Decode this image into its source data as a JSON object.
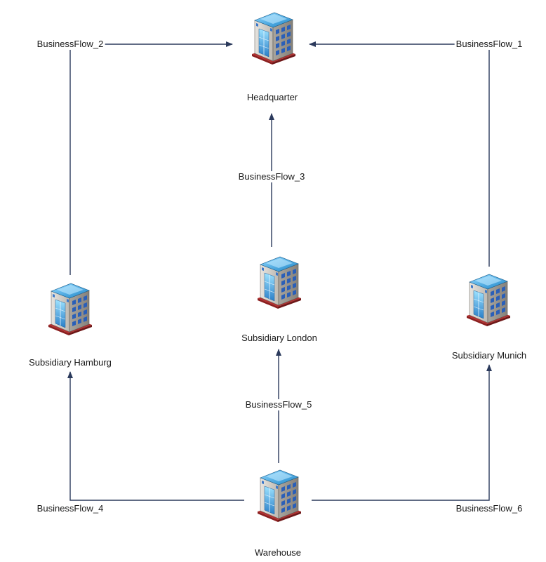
{
  "diagram": {
    "nodes": [
      {
        "id": "headquarter",
        "label": "Headquarter",
        "icon": "office-building-icon"
      },
      {
        "id": "subsidiary-hamburg",
        "label": "Subsidiary Hamburg",
        "icon": "office-building-icon"
      },
      {
        "id": "subsidiary-london",
        "label": "Subsidiary London",
        "icon": "office-building-icon"
      },
      {
        "id": "subsidiary-munich",
        "label": "Subsidiary Munich",
        "icon": "office-building-icon"
      },
      {
        "id": "warehouse",
        "label": "Warehouse",
        "icon": "office-building-icon"
      }
    ],
    "edges": [
      {
        "id": "flow-1",
        "label": "BusinessFlow_1",
        "from": "subsidiary-munich",
        "to": "headquarter"
      },
      {
        "id": "flow-2",
        "label": "BusinessFlow_2",
        "from": "subsidiary-hamburg",
        "to": "headquarter"
      },
      {
        "id": "flow-3",
        "label": "BusinessFlow_3",
        "from": "subsidiary-london",
        "to": "headquarter"
      },
      {
        "id": "flow-4",
        "label": "BusinessFlow_4",
        "from": "warehouse",
        "to": "subsidiary-hamburg"
      },
      {
        "id": "flow-5",
        "label": "BusinessFlow_5",
        "from": "warehouse",
        "to": "subsidiary-london"
      },
      {
        "id": "flow-6",
        "label": "BusinessFlow_6",
        "from": "warehouse",
        "to": "subsidiary-munich"
      }
    ],
    "colors": {
      "edge": "#2b3a5c",
      "roof": "#3aa6dc",
      "facade": "#c9c6c0",
      "base": "#b52d2d",
      "window": "#2a5fb8"
    }
  }
}
